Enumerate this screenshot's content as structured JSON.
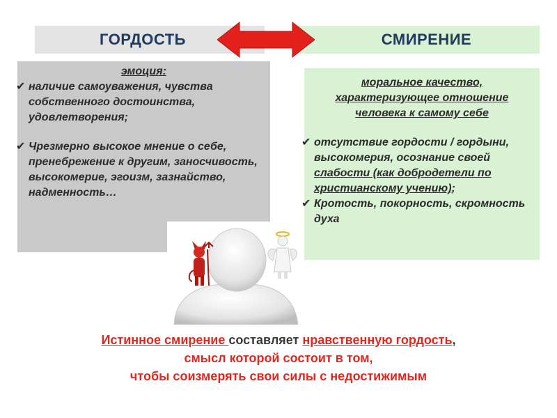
{
  "header": {
    "left_title": "ГОРДОСТЬ",
    "right_title": "СМИРЕНИЕ",
    "arrow_color": "#e3201b"
  },
  "left_box": {
    "heading": "эмоция:",
    "items": [
      "наличие самоуважения, чувства собственного достоинства, удовлетворения;",
      "Чрезмерно высокое мнение о себе, пренебрежение к другим, заносчивость, высокомерие, эгоизм, зазнайство, надменность…"
    ]
  },
  "right_box": {
    "heading": "моральное качество, характеризующее отношение человека к самому себе",
    "item1_pre": "отсутствие гордости / гордыни, высокомерия, осознание своей ",
    "item1_link": "слабости (как добродетели по христианскому учению)",
    "item1_post": ";",
    "item2": " Кротость, покорность, скромность духа"
  },
  "illustration": {
    "icons": [
      "person-icon",
      "devil-icon",
      "angel-icon"
    ]
  },
  "bottom": {
    "line1_part1": "Истинное смирение ",
    "line1_part2": "составляет ",
    "line1_part3": "нравственную гордость",
    "line1_part4": ",",
    "line2": "смысл которой состоит в том,",
    "line3": "чтобы соизмерять свои силы  с  недостижимым"
  },
  "colors": {
    "left_bg": "#c9c9c9",
    "right_bg": "#d9f2d3",
    "header_text": "#1e3a5f",
    "accent_red": "#e0281f"
  }
}
